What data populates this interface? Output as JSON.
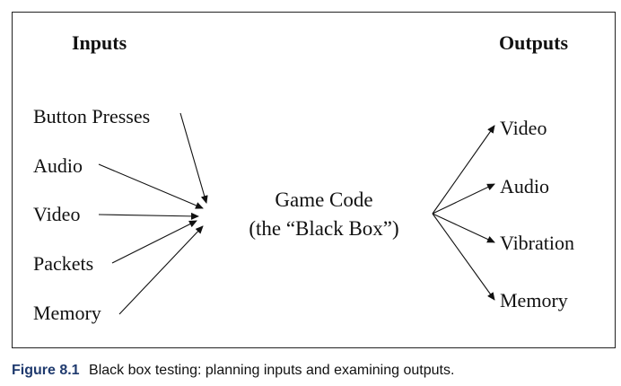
{
  "diagram": {
    "inputs_heading": "Inputs",
    "outputs_heading": "Outputs",
    "center_line1": "Game Code",
    "center_line2": "(the “Black Box”)",
    "inputs": [
      "Button Presses",
      "Audio",
      "Video",
      "Packets",
      "Memory"
    ],
    "outputs": [
      "Video",
      "Audio",
      "Vibration",
      "Memory"
    ]
  },
  "caption": {
    "label": "Figure 8.1",
    "text": "Black box testing: planning inputs and examining outputs."
  }
}
